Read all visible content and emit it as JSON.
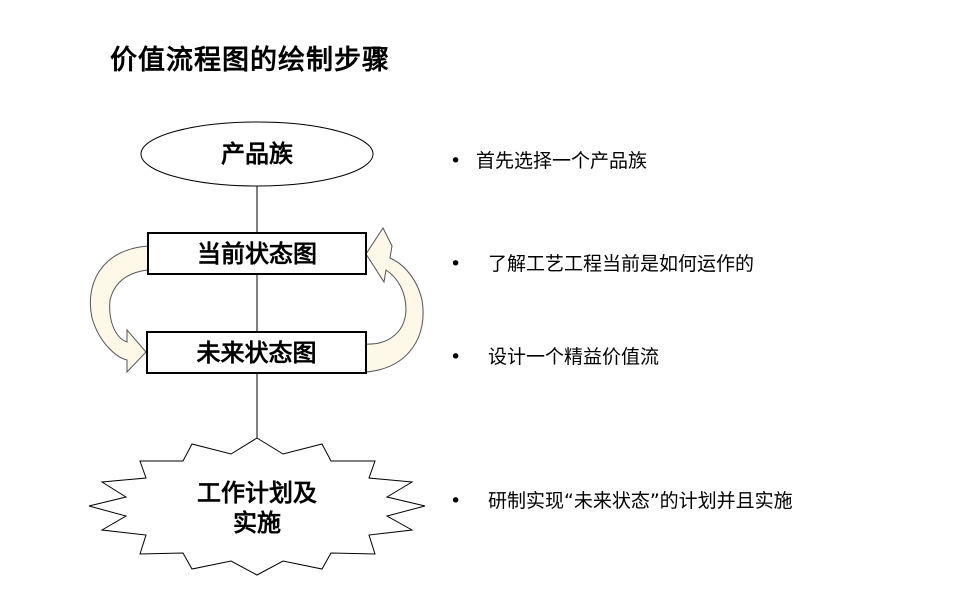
{
  "title": "价值流程图的绘制步骤",
  "nodes": {
    "product_family": "产品族",
    "current_state": "当前状态图",
    "future_state": "未来状态图",
    "plan_line1": "工作计划及",
    "plan_line2": "实施"
  },
  "bullets": [
    {
      "symbol": "•",
      "text": "首先选择一个产品族"
    },
    {
      "symbol": "•",
      "text": "了解工艺工程当前是如何运作的"
    },
    {
      "symbol": "•",
      "text": "设计一个精益价值流"
    },
    {
      "symbol": "•",
      "text": "研制实现“未来状态”的计划并且实施"
    }
  ],
  "colors": {
    "arrow_fill": "#fdf8e8",
    "stroke": "#000000"
  }
}
